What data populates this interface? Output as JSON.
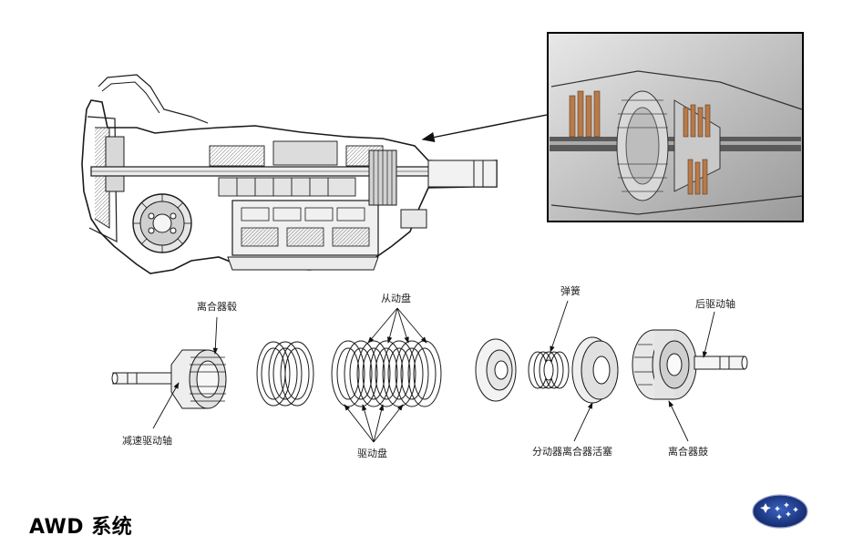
{
  "title": "AWD 系统",
  "labels": {
    "clutch_hub": "离合器毂",
    "driven_plates": "从动盘",
    "spring": "弹簧",
    "rear_drive_shaft": "后驱动轴",
    "reduction_drive_shaft": "减速驱动轴",
    "drive_plates": "驱动盘",
    "transfer_clutch_piston": "分动器离合器活塞",
    "clutch_drum": "离合器鼓"
  },
  "colors": {
    "line": "#1a1a1a",
    "cutaway_copper": "#b87a4a",
    "logo_blue": "#1f3e8c"
  },
  "icons": {
    "logo": "subaru-logo-icon"
  }
}
